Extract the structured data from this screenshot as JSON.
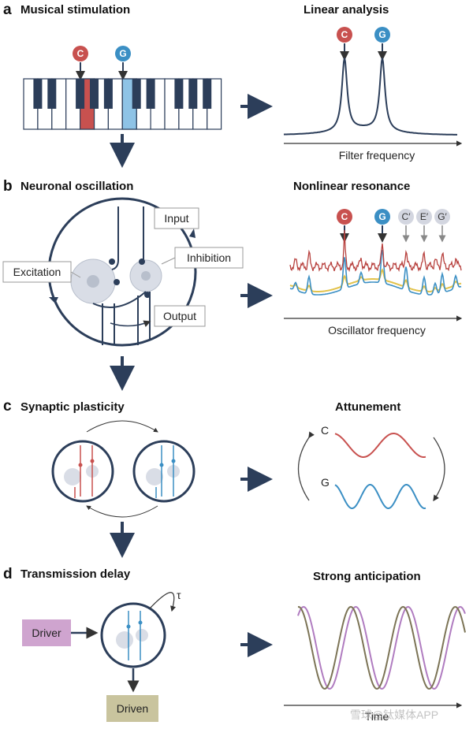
{
  "panels": {
    "a": {
      "letter": "a",
      "title": "Musical stimulation",
      "right_title": "Linear analysis",
      "xlabel": "Filter frequency"
    },
    "b": {
      "letter": "b",
      "title": "Neuronal oscillation",
      "right_title": "Nonlinear resonance",
      "xlabel": "Oscillator frequency",
      "callouts": {
        "input": "Input",
        "inhibition": "Inhibition",
        "excitation": "Excitation",
        "output": "Output"
      }
    },
    "c": {
      "letter": "c",
      "title": "Synaptic plasticity",
      "right_title": "Attunement"
    },
    "d": {
      "letter": "d",
      "title": "Transmission delay",
      "right_title": "Strong anticipation",
      "xlabel": "Time",
      "driver": "Driver",
      "driven": "Driven",
      "tau": "τ"
    }
  },
  "notes": {
    "c": "C",
    "g": "G",
    "c2": "C′",
    "e2": "E′",
    "g2": "G′"
  },
  "watermark": "雪球@钛媒体APP",
  "colors": {
    "red": "#c8514f",
    "blue": "#3b8fc4",
    "navy": "#2c3e5a",
    "driver_box": "#cfa4cf",
    "driven_box": "#c9c49e",
    "gray_circle": "#d9dde6",
    "purple": "#b07cc0",
    "olive": "#7c7456"
  }
}
